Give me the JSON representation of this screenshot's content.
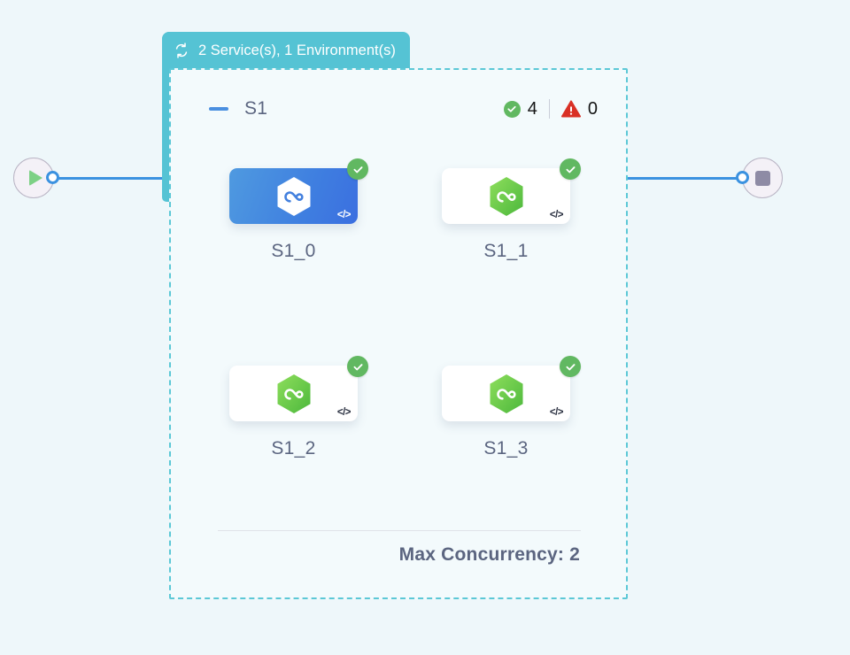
{
  "colors": {
    "background": "#eef7fa",
    "group_accent": "#55c3d4",
    "panel_fill": "#f3fafc",
    "edge": "#3b92e0",
    "selected_node": "#3f7fe0",
    "success": "#61b861",
    "error": "#d93025",
    "text": "#5b6580"
  },
  "flow": {
    "start_node": {
      "icon": "play-icon",
      "label": ""
    },
    "end_node": {
      "icon": "stop-icon",
      "label": ""
    }
  },
  "group": {
    "chip_icon": "loop-arrows-icon",
    "chip_label": "2 Service(s), 1 Environment(s)",
    "stage": {
      "collapse_icon": "minus-icon",
      "name": "S1",
      "success_icon": "check-circle-icon",
      "success_count": "4",
      "error_icon": "warning-triangle-icon",
      "error_count": "0"
    },
    "nodes": [
      {
        "label": "S1_0",
        "icon": "hexagon-loop-icon",
        "status_icon": "check-circle-icon",
        "code_icon": "</>",
        "selected": true
      },
      {
        "label": "S1_1",
        "icon": "hexagon-loop-icon",
        "status_icon": "check-circle-icon",
        "code_icon": "</>",
        "selected": false
      },
      {
        "label": "S1_2",
        "icon": "hexagon-loop-icon",
        "status_icon": "check-circle-icon",
        "code_icon": "</>",
        "selected": false
      },
      {
        "label": "S1_3",
        "icon": "hexagon-loop-icon",
        "status_icon": "check-circle-icon",
        "code_icon": "</>",
        "selected": false
      }
    ],
    "footer": {
      "max_concurrency_label": "Max Concurrency: 2"
    }
  }
}
